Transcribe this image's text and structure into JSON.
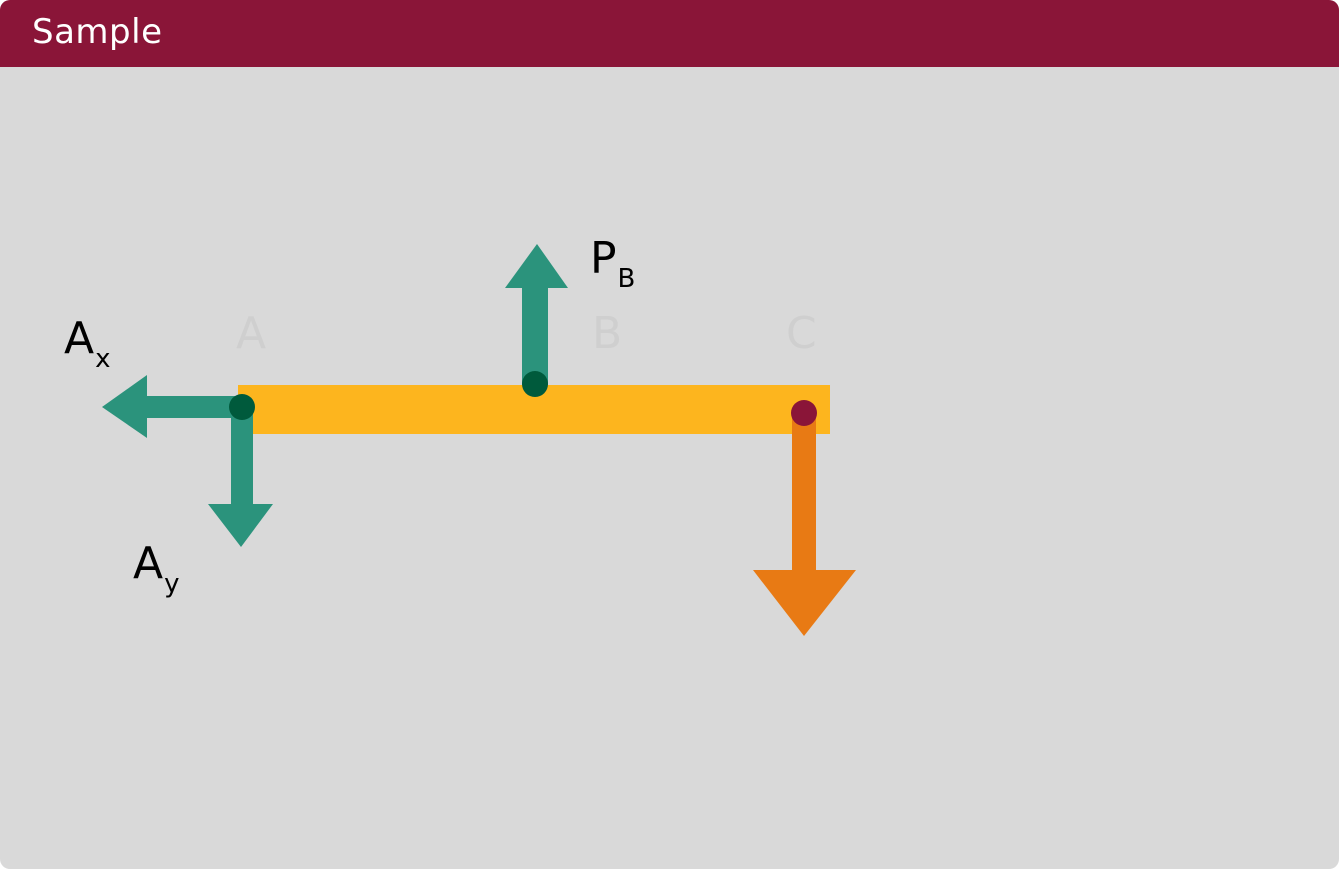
{
  "header": {
    "title": "Sample"
  },
  "diagram": {
    "point_labels": [
      "A",
      "B",
      "C"
    ],
    "forces": {
      "ax": {
        "main": "A",
        "sub": "x"
      },
      "ay": {
        "main": "A",
        "sub": "y"
      },
      "pb": {
        "main": "P",
        "sub": "B"
      }
    },
    "colors": {
      "header": "#8a1538",
      "background": "#d9d9d9",
      "beam": "#fdb51e",
      "reaction_arrow": "#2b937c",
      "applied_arrow": "#e87a14",
      "pin_dot": "#005a3c",
      "load_dot": "#8a1538"
    }
  }
}
